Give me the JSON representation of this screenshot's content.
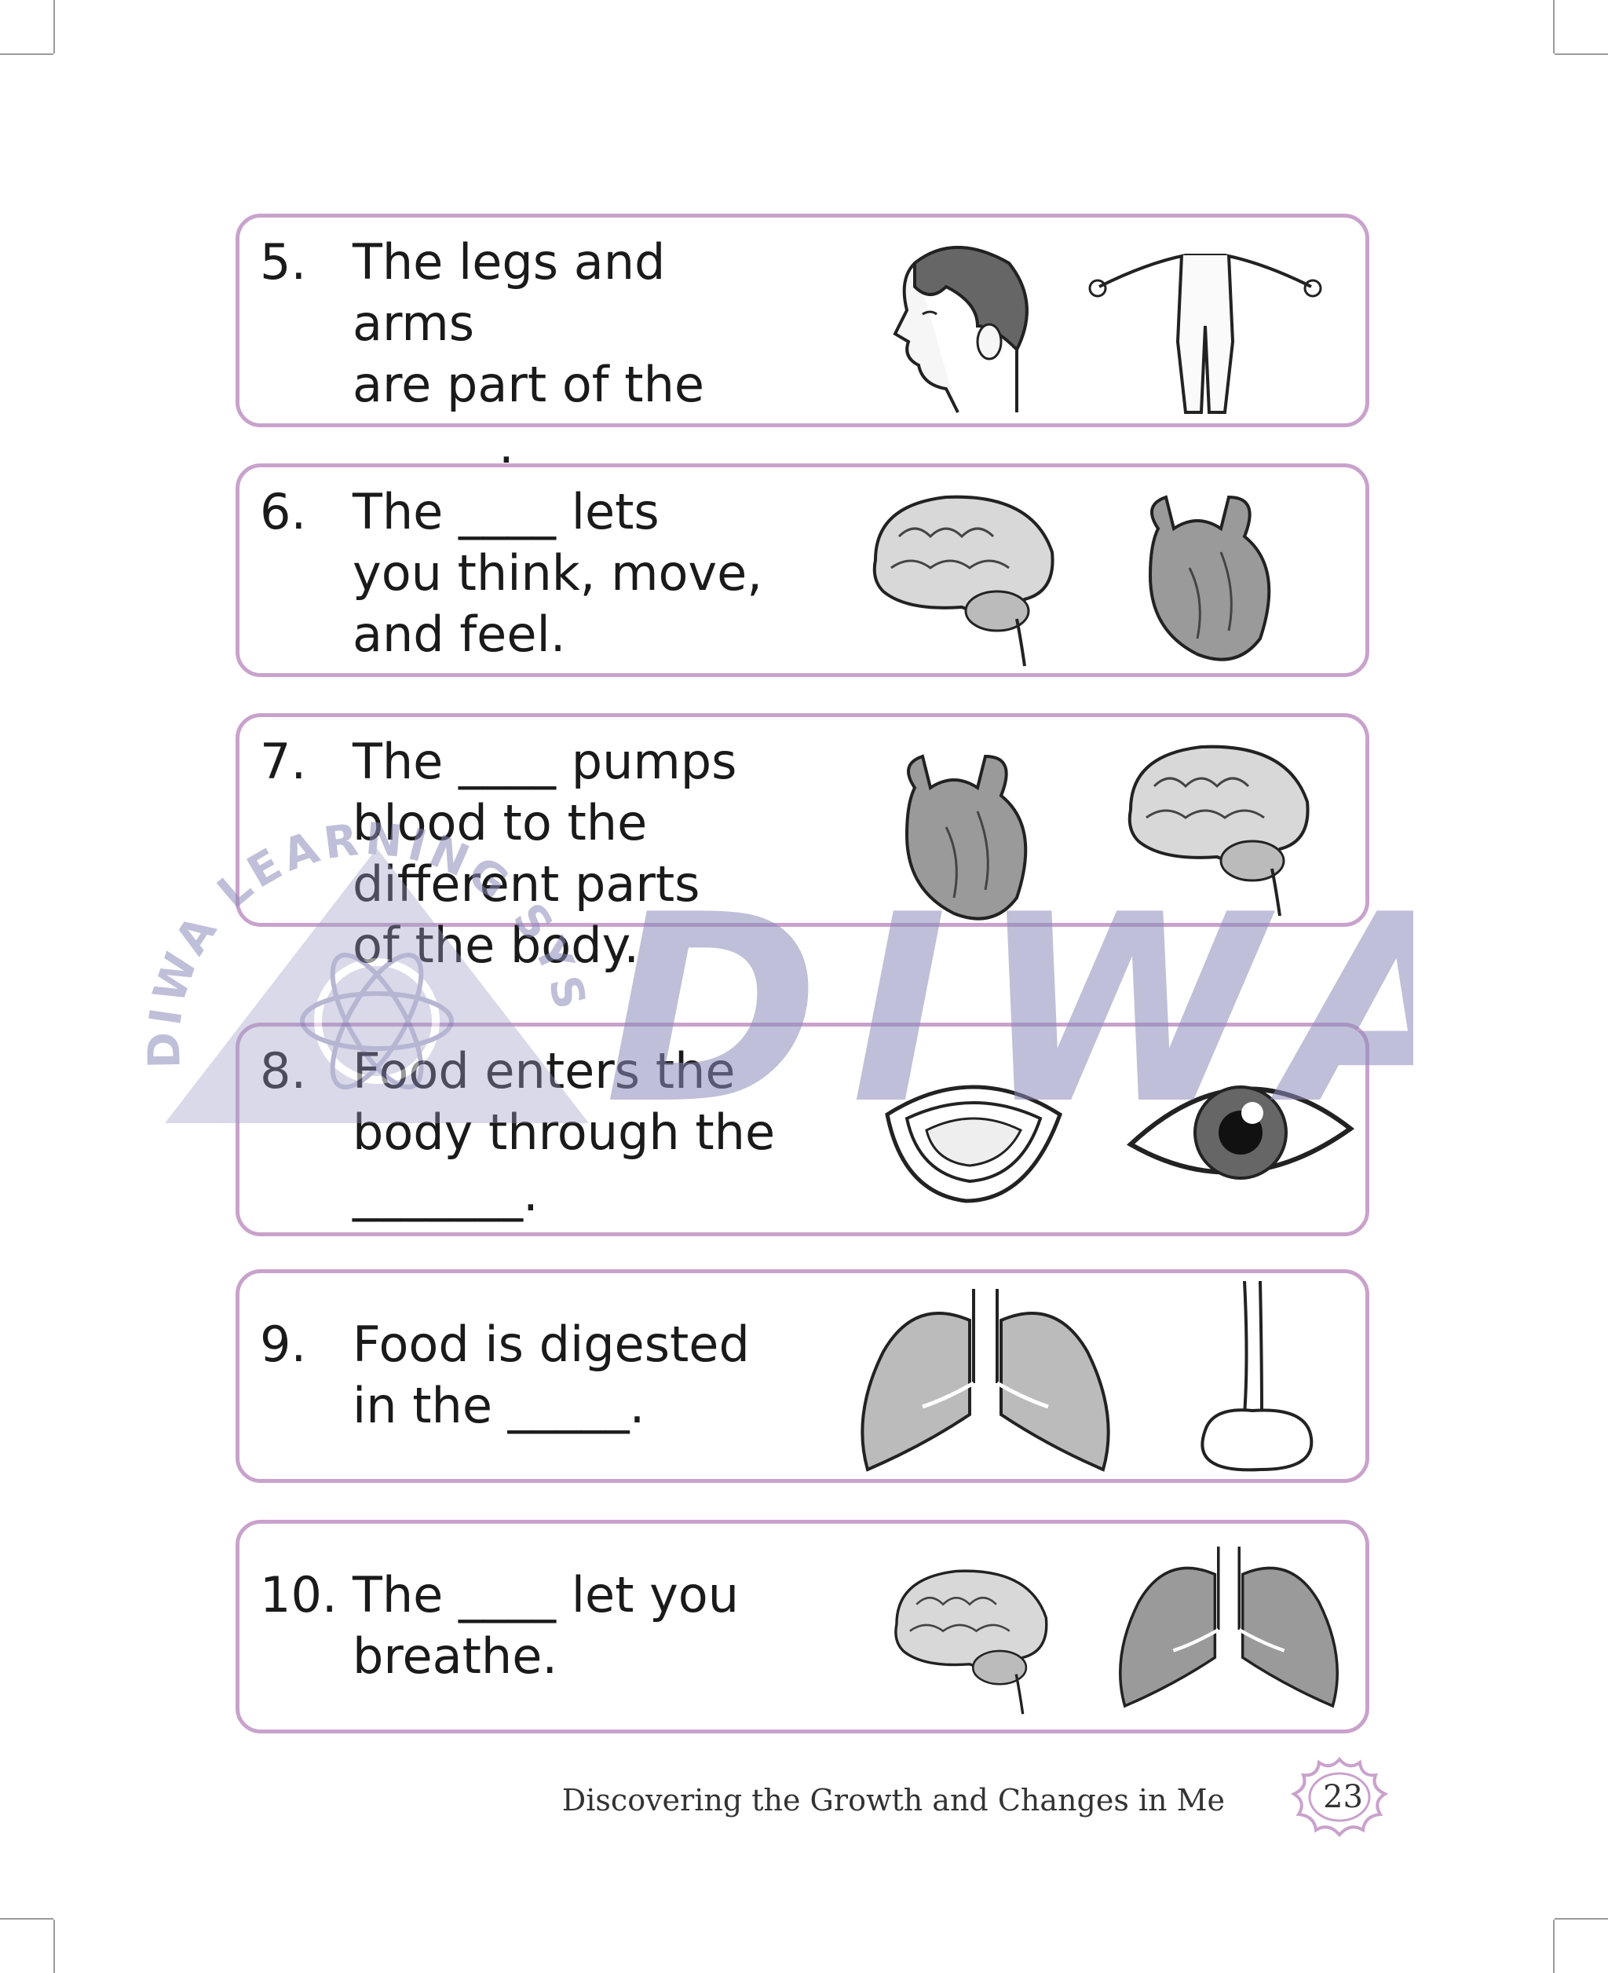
{
  "questions": [
    {
      "number": "5.",
      "text": "The legs and arms\nare part of the\n______.",
      "left_icon": "head-icon",
      "right_icon": "body-icon"
    },
    {
      "number": "6.",
      "text": "The ____ lets\nyou think, move,\nand feel.",
      "left_icon": "brain-icon",
      "right_icon": "heart-icon"
    },
    {
      "number": "7.",
      "text": "The ____ pumps\nblood to the\ndifferent parts\nof the body.",
      "left_icon": "heart-icon",
      "right_icon": "brain-icon"
    },
    {
      "number": "8.",
      "text": "Food enters the\nbody through the\n_______.",
      "left_icon": "mouth-icon",
      "right_icon": "eye-icon"
    },
    {
      "number": "9.",
      "text": "Food is digested\nin the _____.",
      "left_icon": "lungs-icon",
      "right_icon": "stomach-icon"
    },
    {
      "number": "10.",
      "text": "The ____ let you\nbreathe.",
      "left_icon": "brain-icon",
      "right_icon": "lungs-icon"
    }
  ],
  "footer": {
    "title": "Discovering the Growth and Changes in Me",
    "page": "23"
  },
  "watermark": {
    "ring_text": "DIWA LEARNING SYSTEMS INC",
    "logo_text": "DIWA"
  },
  "colors": {
    "card_border": "#c9a2cc",
    "watermark": "#8c8cbb"
  }
}
